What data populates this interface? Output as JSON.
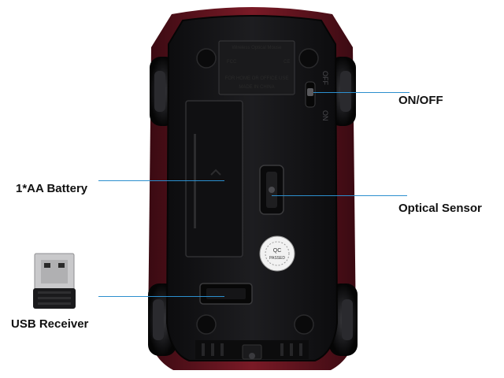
{
  "callouts": {
    "on_off": "ON/OFF",
    "battery": "1*AA Battery",
    "optical_sensor": "Optical Sensor",
    "usb_receiver": "USB Receiver"
  },
  "switch_labels": {
    "on": "ON",
    "off": "OFF"
  },
  "sticker": {
    "line1": "Wireless Optical Mouse",
    "line2": "FOR HOME OR OFFICE USE",
    "line3": "MADE IN CHINA",
    "fcc": "FCC",
    "ce": "CE"
  },
  "qc_seal": {
    "line1": "QC",
    "line2": "PASSED"
  },
  "colors": {
    "accent_line": "#2c8fce",
    "body": "#121214",
    "shell": "#6b1420",
    "label_text": "#111111"
  }
}
